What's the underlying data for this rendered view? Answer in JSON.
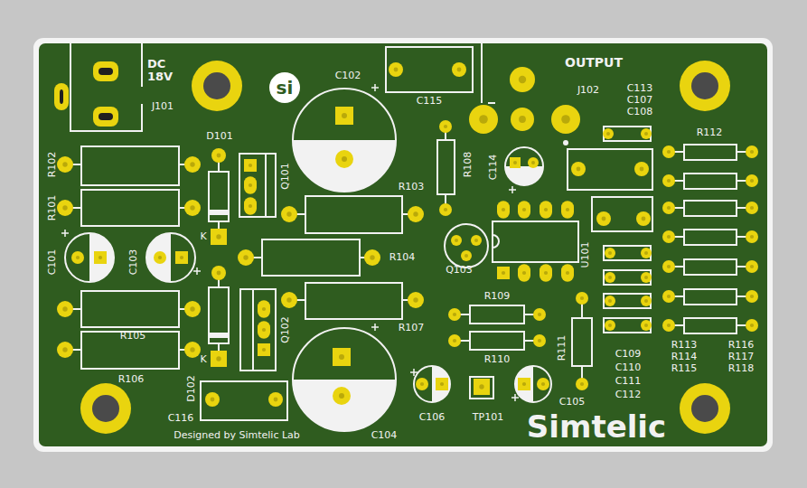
{
  "diagram": {
    "labels": [
      "DC 18V",
      "J101",
      "si",
      "C102",
      "C115",
      "OUTPUT",
      "J102",
      "C113",
      "C107",
      "C108",
      "R102",
      "D101",
      "Q101",
      "R108",
      "C114",
      "R112",
      "R101",
      "R103",
      "K",
      "C101",
      "C103",
      "R104",
      "Q103",
      "U101",
      "R109",
      "Q102",
      "R107",
      "R105",
      "R110",
      "R111",
      "R113",
      "R116",
      "R114",
      "R117",
      "R115",
      "R118",
      "C109",
      "C110",
      "C111",
      "C112",
      "K",
      "R106",
      "D102",
      "C116",
      "C106",
      "TP101",
      "C105",
      "C104",
      "Designed by Simtelic Lab",
      "Simtelic"
    ]
  }
}
